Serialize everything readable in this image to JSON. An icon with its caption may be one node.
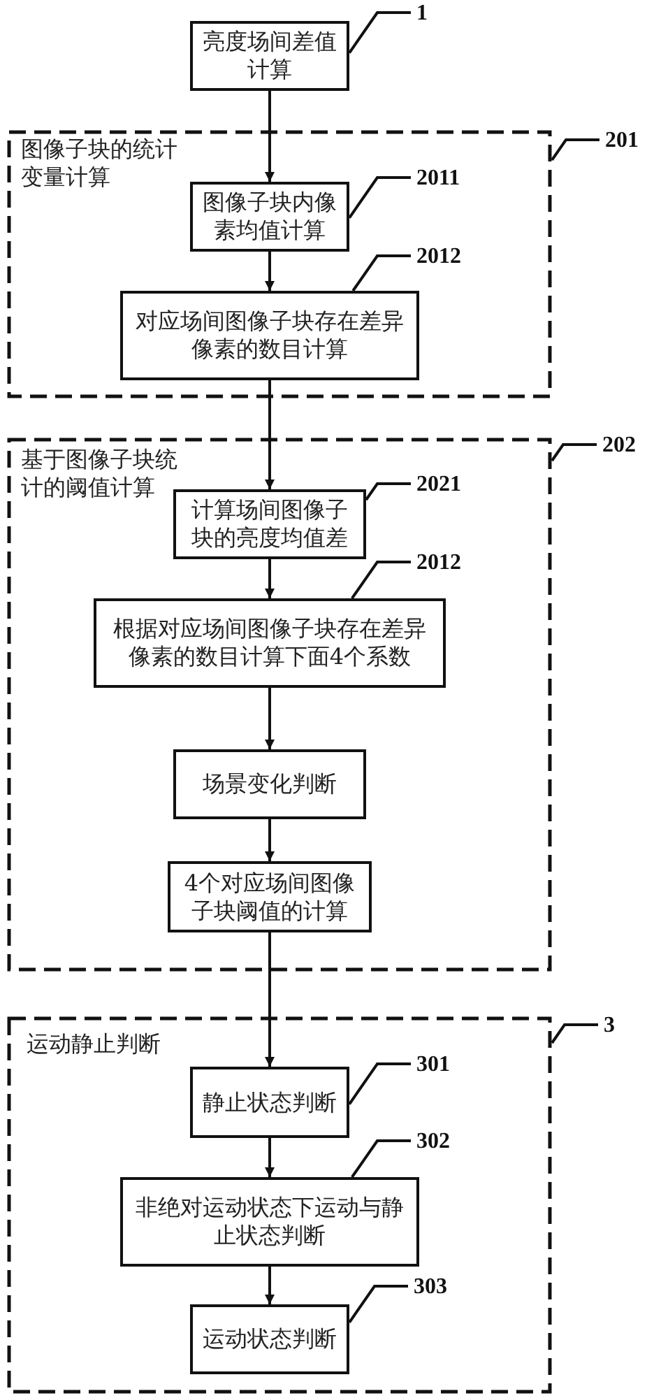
{
  "diagram": {
    "nodes": [
      {
        "text": [
          "亮度场间差值计算"
        ]
      },
      {
        "text": [
          "图像子块的统计变量计算"
        ]
      },
      {
        "text": [
          "图像子块内像素均值计算"
        ],
        "in": 1
      },
      {
        "text": [
          "对应场间图像子块存在差异像素的数目计算"
        ],
        "in": 1
      },
      {
        "text": [
          "基于图像子块统计的阈值计算"
        ]
      },
      {
        "text": [
          "计算场间图像子块的亮度均值差"
        ],
        "in": 4
      },
      {
        "text": [
          "根据对应场间图像子块存在差异像素的数目计算下面4个系数"
        ],
        "in": 4
      },
      {
        "text": [
          "场景变化判断"
        ],
        "in": 4
      },
      {
        "text": [
          "4个对应场间图像子块阈值的计算"
        ],
        "in": 4
      },
      {
        "text": [
          "运动静止判断"
        ]
      },
      {
        "text": [
          "静止状态判断"
        ],
        "in": 9
      },
      {
        "text": [
          "非绝对运动状态下运动与静止状态判断"
        ],
        "in": 9
      },
      {
        "text": [
          "运动状态判断"
        ],
        "in": 9
      },
      {
        "text": [
          "1"
        ]
      },
      {
        "text": [
          "201"
        ]
      },
      {
        "text": [
          "2011"
        ],
        "in": 1
      },
      {
        "text": [
          "2012"
        ],
        "in": 1
      },
      {
        "text": [
          "202"
        ]
      },
      {
        "text": [
          "2021"
        ],
        "in": 4
      },
      {
        "text": [
          "2012"
        ],
        "in": 4
      },
      {
        "text": [
          "3"
        ]
      },
      {
        "text": [
          "301"
        ],
        "in": 9
      },
      {
        "text": [
          "302"
        ],
        "in": 9
      },
      {
        "text": [
          "303"
        ],
        "in": 9
      }
    ],
    "edges": [
      {
        "from": 0,
        "to": 2,
        "arrow": "to"
      },
      {
        "from": 2,
        "to": 3,
        "arrow": "to"
      },
      {
        "from": 3,
        "to": 5,
        "arrow": "to"
      },
      {
        "from": 5,
        "to": 6,
        "arrow": "to"
      },
      {
        "from": 6,
        "to": 7,
        "arrow": "to"
      },
      {
        "from": 7,
        "to": 8,
        "arrow": "to"
      },
      {
        "from": 8,
        "to": 10,
        "arrow": "to"
      },
      {
        "from": 10,
        "to": 11,
        "arrow": "to"
      },
      {
        "from": 11,
        "to": 12,
        "arrow": "to"
      },
      {
        "from": 13,
        "to": 0,
        "arrow": "none"
      },
      {
        "from": 14,
        "to": 1,
        "arrow": "none"
      },
      {
        "from": 15,
        "to": 2,
        "arrow": "none"
      },
      {
        "from": 16,
        "to": 3,
        "arrow": "none"
      },
      {
        "from": 17,
        "to": 4,
        "arrow": "none"
      },
      {
        "from": 18,
        "to": 5,
        "arrow": "none"
      },
      {
        "from": 19,
        "to": 6,
        "arrow": "none"
      },
      {
        "from": 20,
        "to": 9,
        "arrow": "none"
      },
      {
        "from": 21,
        "to": 10,
        "arrow": "none"
      },
      {
        "from": 22,
        "to": 11,
        "arrow": "none"
      },
      {
        "from": 23,
        "to": 12,
        "arrow": "none"
      }
    ]
  }
}
